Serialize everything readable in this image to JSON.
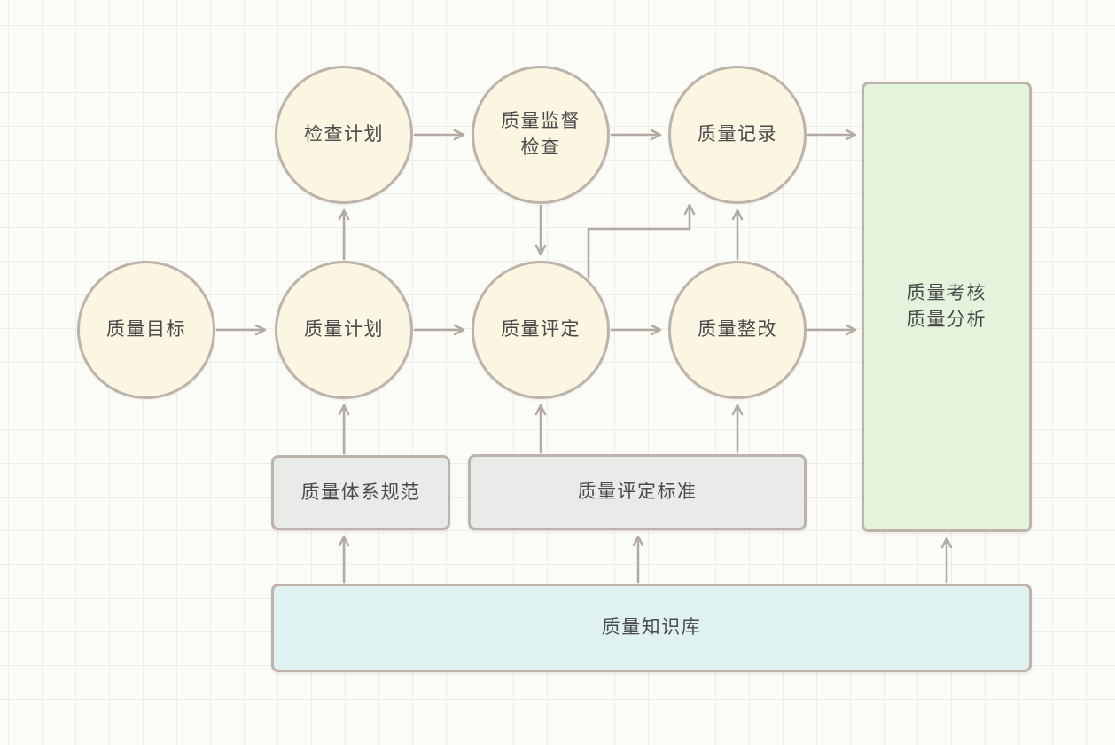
{
  "colors": {
    "canvas_background": "#fbfbf8",
    "grid_line": "#ecece8",
    "node_border": "#bdb3aa",
    "circle_fill": "#faf6e2",
    "green_fill": "#e3f3dc",
    "gray_fill": "#e9ebe9",
    "cyan_fill": "#dff1f1",
    "arrow": "#b3aaa2",
    "text": "#4b4b4b"
  },
  "nodes": {
    "quality_objectives": {
      "label": "质量目标",
      "shape": "circle"
    },
    "quality_plan": {
      "label": "质量计划",
      "shape": "circle"
    },
    "quality_assessment": {
      "label": "质量评定",
      "shape": "circle"
    },
    "quality_rectification": {
      "label": "质量整改",
      "shape": "circle"
    },
    "inspection_plan": {
      "label": "检查计划",
      "shape": "circle"
    },
    "quality_supervision_inspection": {
      "lines": [
        "质量监督",
        "检查"
      ],
      "shape": "circle"
    },
    "quality_records": {
      "label": "质量记录",
      "shape": "circle"
    },
    "quality_review_analysis": {
      "lines": [
        "质量考核",
        "质量分析"
      ],
      "shape": "rect-green"
    },
    "quality_system_spec": {
      "label": "质量体系规范",
      "shape": "rect-gray"
    },
    "quality_assessment_standard": {
      "label": "质量评定标准",
      "shape": "rect-gray"
    },
    "quality_knowledge_base": {
      "label": "质量知识库",
      "shape": "rect-cyan"
    }
  },
  "connections": [
    {
      "from": "quality_objectives",
      "to": "quality_plan"
    },
    {
      "from": "quality_plan",
      "to": "quality_assessment"
    },
    {
      "from": "quality_assessment",
      "to": "quality_rectification"
    },
    {
      "from": "quality_rectification",
      "to": "quality_review_analysis"
    },
    {
      "from": "quality_plan",
      "to": "inspection_plan"
    },
    {
      "from": "inspection_plan",
      "to": "quality_supervision_inspection"
    },
    {
      "from": "quality_supervision_inspection",
      "to": "quality_records"
    },
    {
      "from": "quality_records",
      "to": "quality_review_analysis"
    },
    {
      "from": "quality_supervision_inspection",
      "to": "quality_assessment"
    },
    {
      "from": "quality_assessment",
      "to": "quality_records"
    },
    {
      "from": "quality_rectification",
      "to": "quality_records"
    },
    {
      "from": "quality_system_spec",
      "to": "quality_plan"
    },
    {
      "from": "quality_assessment_standard",
      "to": "quality_assessment"
    },
    {
      "from": "quality_assessment_standard",
      "to": "quality_rectification"
    },
    {
      "from": "quality_knowledge_base",
      "to": "quality_system_spec"
    },
    {
      "from": "quality_knowledge_base",
      "to": "quality_assessment_standard"
    },
    {
      "from": "quality_knowledge_base",
      "to": "quality_review_analysis"
    }
  ]
}
